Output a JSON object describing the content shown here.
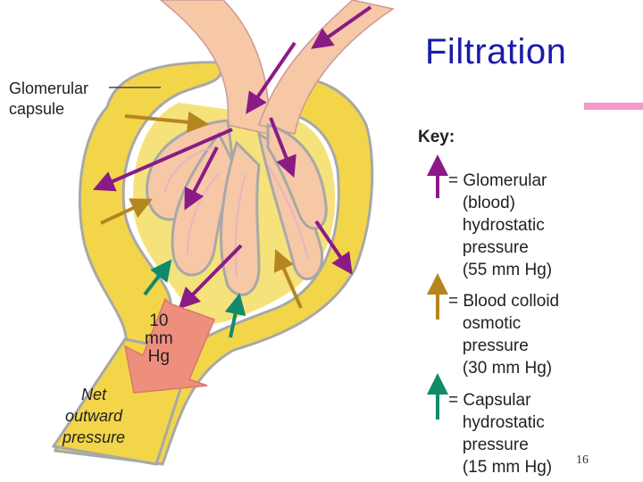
{
  "slide": {
    "title": "Filtration",
    "page_number": "16"
  },
  "diagram": {
    "capsule_label": "Glomerular\ncapsule",
    "net_pressure_value": "10\nmm\nHg",
    "net_pressure_label": "Net\noutward\npressure"
  },
  "key": {
    "heading": "Key:",
    "items": [
      {
        "text": "= Glomerular\n   (blood)\n   hydrostatic\n   pressure\n   (55 mm Hg)",
        "color": "#8a1a86"
      },
      {
        "text": "= Blood colloid\n   osmotic\n   pressure\n   (30 mm Hg)",
        "color": "#b5861f"
      },
      {
        "text": "= Capsular\n   hydrostatic\n   pressure\n   (15 mm Hg)",
        "color": "#0f8a6a"
      }
    ]
  },
  "colors": {
    "capsule_yellow": "#f3d54a",
    "vessel_pink": "#f6c8a6",
    "title_blue": "#1b1ba8",
    "accent_pink": "#f39ac8",
    "net_arrow": "#ee8f7e"
  }
}
